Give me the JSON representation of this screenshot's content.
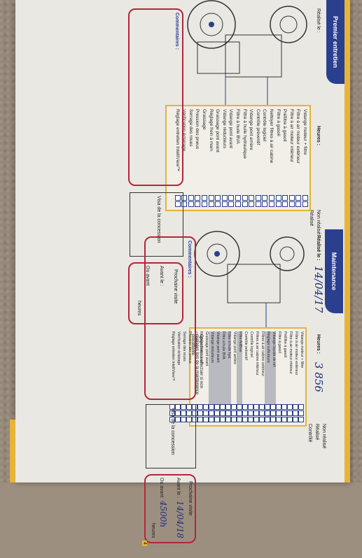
{
  "top_page": {
    "header": "Premier entretien",
    "realise_le_label": "Réalisé le :",
    "heures_label": "Heures :",
    "col_non_realise": "Non réalisé",
    "col_realise": "Réalisé",
    "commentaires_label": "Commentaires :",
    "visa_label": "Visa de la concession",
    "prochaine_visite": "Prochaine visite",
    "avant_le": "Avant le :",
    "ou_avant": "Ou avant",
    "heures": "heures",
    "tasks": [
      "Vidange moteur + filtre",
      "Filtre à air moteur extérieur",
      "Filtre à air moteur intérieur",
      "Préfiltre à gasoil",
      "Filtre à gasoil",
      "Nettoyer filtres à air cabine",
      "Contrôle logiciel",
      "Contrôle préventif",
      "Vidange pont arrière",
      "Filtre à huile hydraulique",
      "Filtre à huile BVA",
      "Vidange pont avant",
      "Vidange réducteurs",
      "Graissage pont avant",
      "Réglage frein à main",
      "Graissage",
      "Pression des pneus",
      "Serrage des roues",
      "Vérification éclairage",
      "Réglage entretien IntelliView™"
    ]
  },
  "bottom_page": {
    "header": "Maintenance",
    "realise_le_label": "Réalisé le :",
    "realise_le_value": "14/04/17",
    "heures_label": "Heures :",
    "heures_value": "3 856",
    "col_non_realise": "Non réalisé",
    "col_realise": "Réalisé",
    "col_controle": "Contrôlé",
    "commentaires_label": "Commentaires :",
    "operations_note": "Opérations à effectuer si non réalisées lors de la maintenance précédente",
    "visa_label": "Visa de la concession",
    "prochaine_visite": "Prochaine visite",
    "avant_le": "Avant le :",
    "avant_le_value": "14/04/18",
    "ou_avant": "Ou avant",
    "ou_avant_value": "4500h",
    "heures": "heures",
    "page_number": "4",
    "tasks": [
      "Vidange moteur + filtre",
      "Filtre à air moteur extérieur",
      "Filtre à air moteur intérieur",
      "Préfiltre à gasoil",
      "Filtre à gasoil",
      "Vidange liquide de ref.",
      "Réglage culbuteurs",
      "Filtres à air cabine extérieur",
      "Filtres à air cabine intérieur",
      "Contrôle logiciel",
      "Contrôle préventif",
      "Filtre AdBlue",
      "Vidange pont arrière",
      "Filtre à huile hyd.",
      "Filtre à huile BVA",
      "Vidange pont avant",
      "Vidange réducteurs",
      "Graissage pont avant",
      "Réglage frein à main",
      "Graissage",
      "Pression des pneus",
      "Serrage des roues",
      "Vérification éclairage",
      "Réglage entretien IntelliView™"
    ]
  }
}
